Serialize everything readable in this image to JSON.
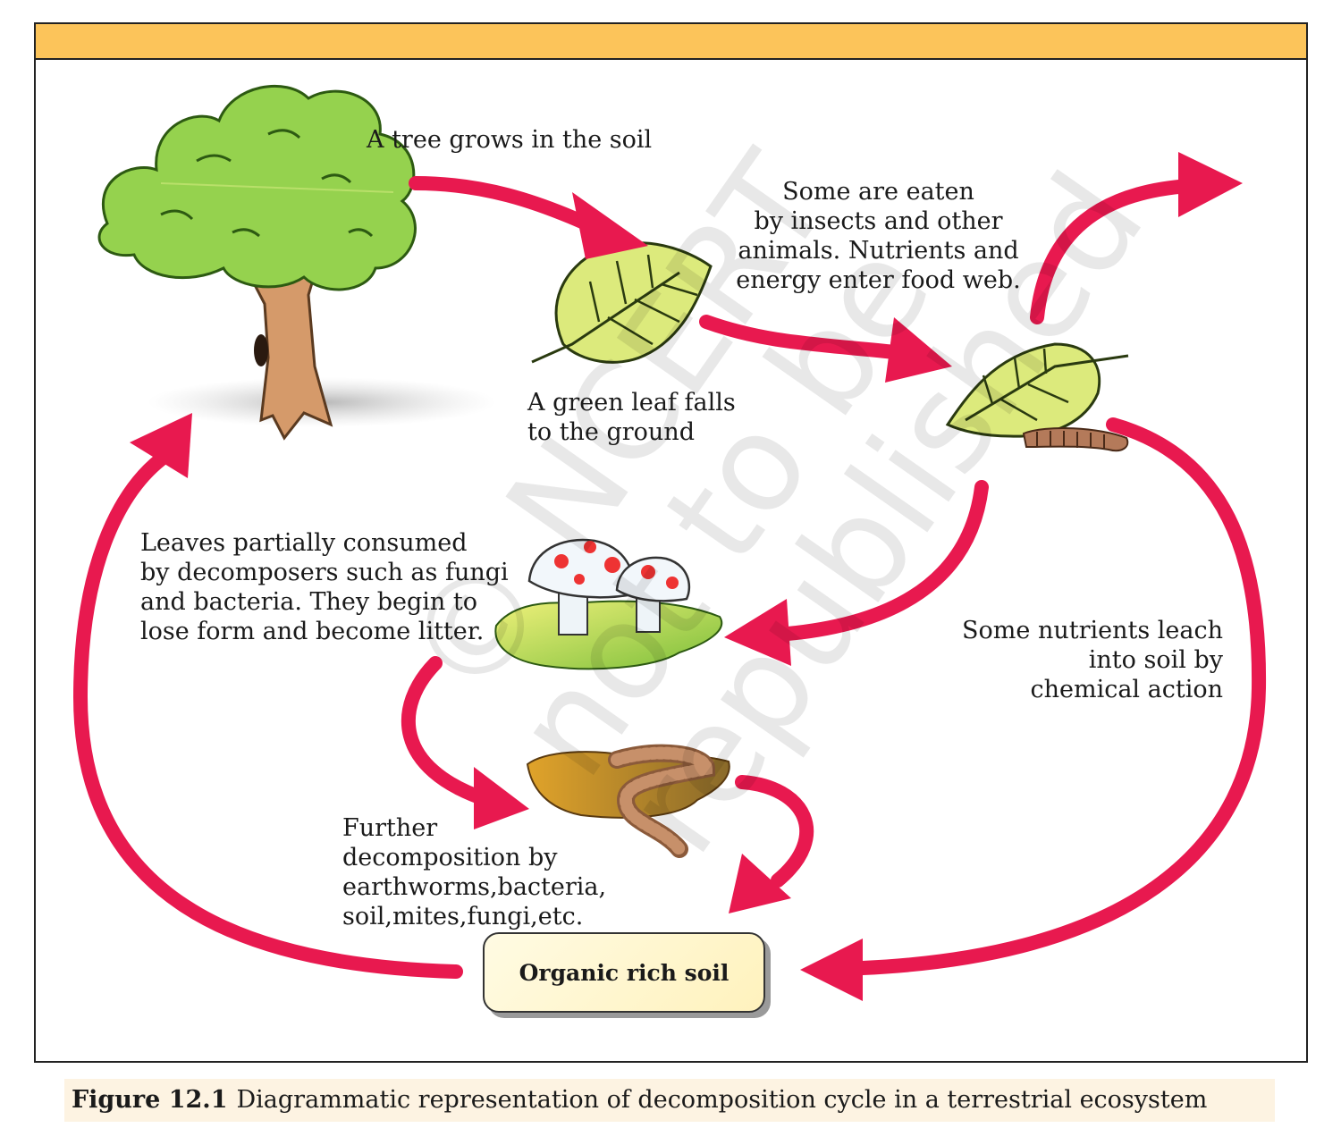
{
  "labels": {
    "tree": "A tree grows in the soil",
    "leaf_falls": "A green leaf falls\nto the ground",
    "eaten": "Some are eaten\nby insects and other\nanimals. Nutrients and\nenergy enter food web.",
    "decomposers": "Leaves partially consumed\nby decomposers such as fungi\nand bacteria. They begin to\nlose form and become litter.",
    "leach": "Some nutrients leach\ninto soil by\nchemical action",
    "further": "Further\ndecomposition by\nearthworms,bacteria,\nsoil,mites,fungi,etc.",
    "soil_box": "Organic rich soil"
  },
  "caption": {
    "figure_no": "Figure 12.1",
    "text": "Diagrammatic representation of decomposition cycle in a terrestrial ecosystem"
  },
  "watermark": "© NCERT\nnot to be republished",
  "colors": {
    "arrow": "#e8194f",
    "band": "#fcc45a",
    "tree_green": "#8fce4a",
    "trunk": "#d59a6a",
    "leaf": "#d9e87a"
  }
}
